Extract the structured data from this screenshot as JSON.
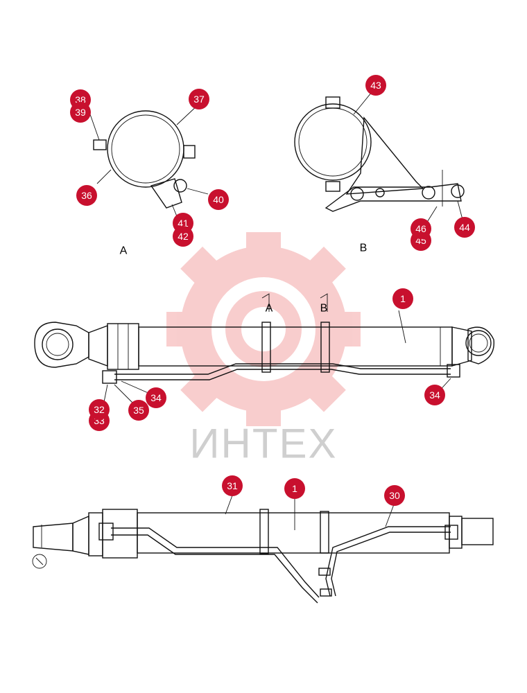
{
  "watermark": {
    "brand_text": "ИНТЕХ",
    "gear_color": "#f4a5a5",
    "text_color": "#cfcfcf"
  },
  "colors": {
    "callout": "#c8102e",
    "callout_text": "#ffffff",
    "line": "#111111"
  },
  "views": {
    "view_a": {
      "label": "A",
      "callouts": [
        "38",
        "39",
        "37",
        "36",
        "40",
        "41",
        "42"
      ]
    },
    "view_b": {
      "label": "B",
      "callouts": [
        "43",
        "46",
        "44",
        "45"
      ]
    },
    "main_cylinder": {
      "section_labels": [
        "A",
        "B"
      ],
      "callouts": [
        "1",
        "32",
        "33",
        "35",
        "34",
        "34"
      ]
    },
    "bottom_cylinder": {
      "callouts": [
        "31",
        "1",
        "30"
      ]
    }
  }
}
